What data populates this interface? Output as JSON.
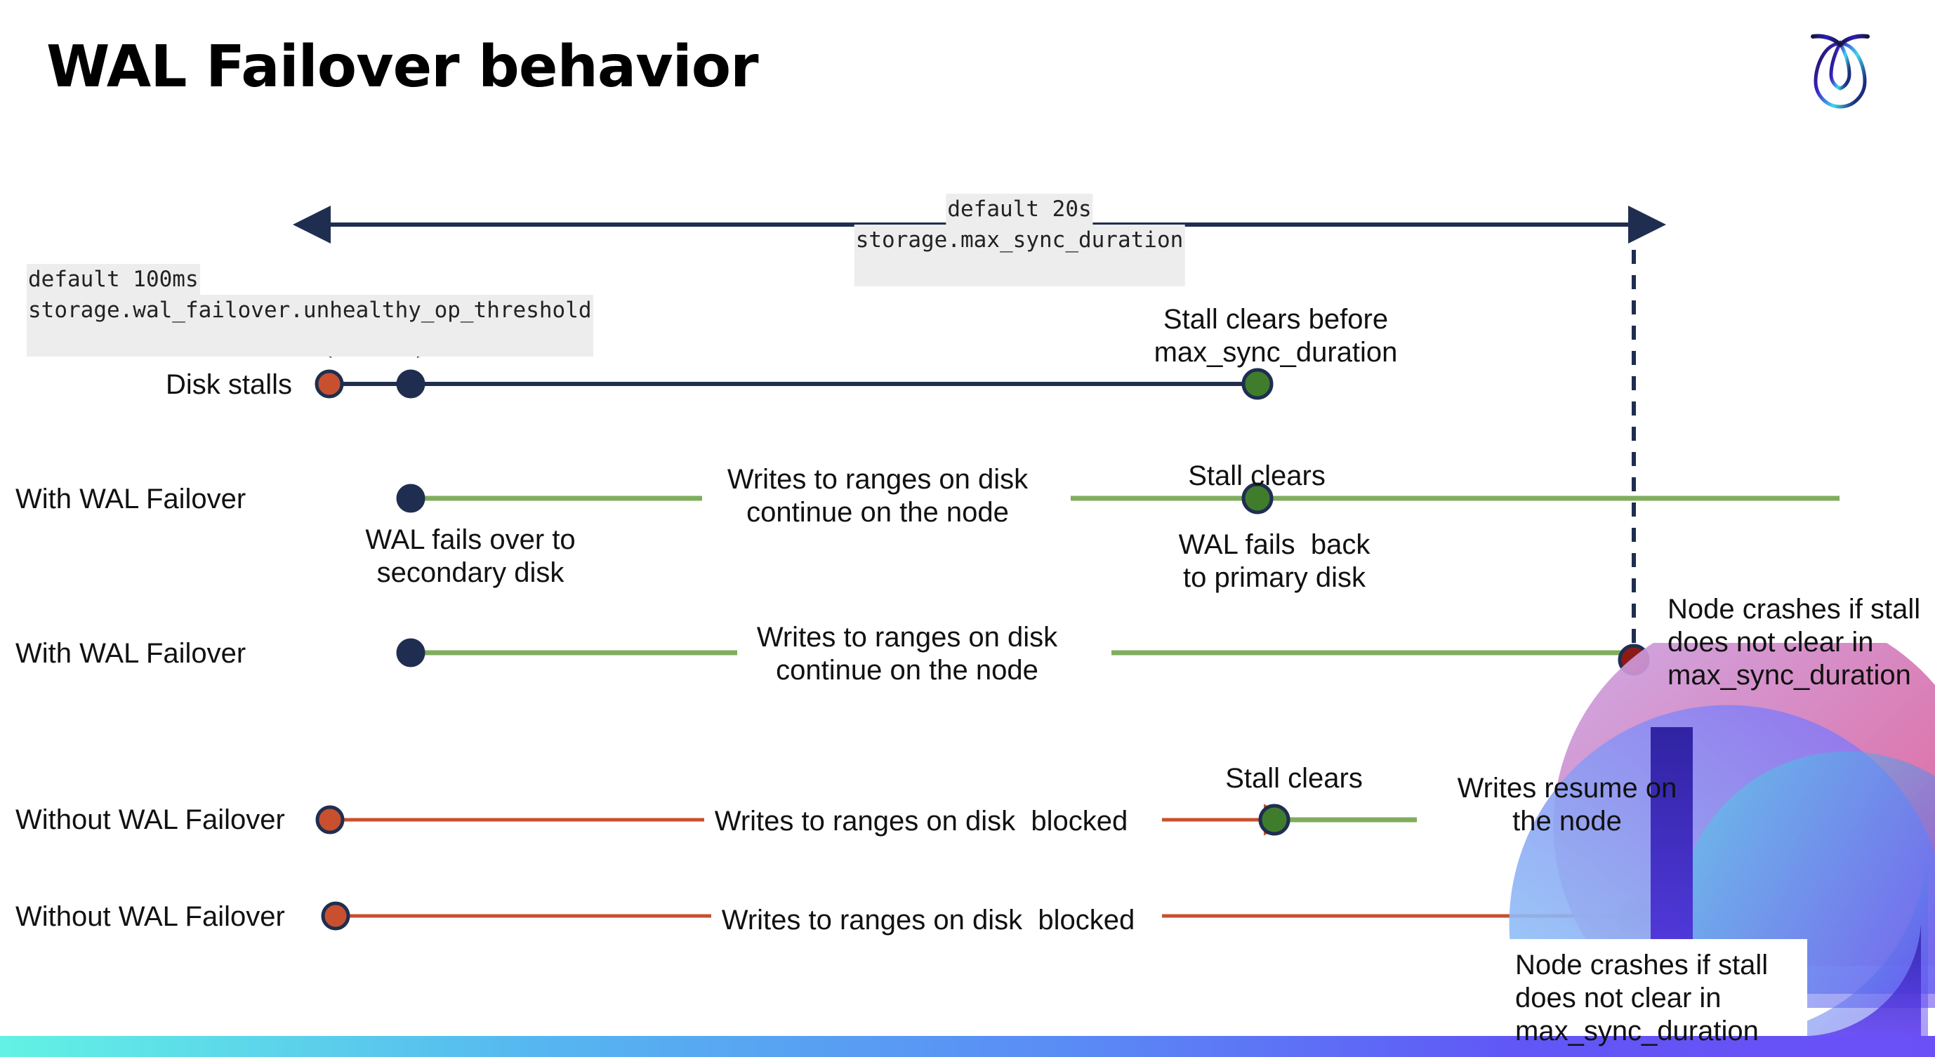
{
  "slide": {
    "title": "WAL Failover behavior",
    "logo_name": "cockroachdb-logo"
  },
  "settings": [
    {
      "id": "max-sync-duration",
      "default_line": "default 20s",
      "setting_line": "storage.max_sync_duration"
    },
    {
      "id": "unhealthy-op-threshold",
      "default_line": "default 100ms",
      "setting_line": "storage.wal_failover.unhealthy_op_threshold"
    }
  ],
  "rows": [
    {
      "id": "disk-stalls",
      "label": "Disk stalls",
      "annotations": [
        "Stall clears before\nmax_sync_duration"
      ]
    },
    {
      "id": "with-wal-failover-clears",
      "label": "With WAL Failover",
      "annotations": [
        "WAL fails over to\nsecondary disk",
        "Writes to ranges on disk\ncontinue on the node",
        "Stall clears",
        "WAL fails  back\nto primary disk"
      ]
    },
    {
      "id": "with-wal-failover-crash",
      "label": "With WAL Failover",
      "annotations": [
        "Writes to ranges on disk\ncontinue on the node",
        "Node crashes if stall\ndoes not clear in\nmax_sync_duration"
      ]
    },
    {
      "id": "without-wal-failover-clears",
      "label": "Without WAL Failover",
      "annotations": [
        "Writes to ranges on disk  blocked",
        "Stall clears",
        "Writes resume on\nthe node"
      ]
    },
    {
      "id": "without-wal-failover-crash",
      "label": "Without WAL Failover",
      "annotations": [
        "Writes to ranges on disk  blocked",
        "Node crashes if stall\ndoes not clear in\nmax_sync_duration"
      ]
    }
  ],
  "legend_text": {
    "disk_stalls": "Disk stalls",
    "with_wal_failover": "With WAL Failover",
    "without_wal_failover": "Without WAL Failover",
    "stall_clears": "Stall clears",
    "stall_clears_before": "Stall clears before\nmax_sync_duration",
    "wal_fails_over": "WAL fails over to\nsecondary disk",
    "wal_fails_back": "WAL fails  back\nto primary disk",
    "writes_continue": "Writes to ranges on disk\ncontinue on the node",
    "writes_blocked": "Writes to ranges on disk  blocked",
    "writes_resume": "Writes resume on\nthe node",
    "node_crashes": "Node crashes if stall\ndoes not clear in\nmax_sync_duration"
  },
  "colors": {
    "navy": "#1F2E50",
    "orange": "#C8502F",
    "green_line": "#7FAD5E",
    "green_dot": "#3F7D2C",
    "dark_red_dot": "#8E1A18",
    "code_bg": "#ededed",
    "band_start": "#62F2E4",
    "band_end": "#6B4FF7"
  }
}
